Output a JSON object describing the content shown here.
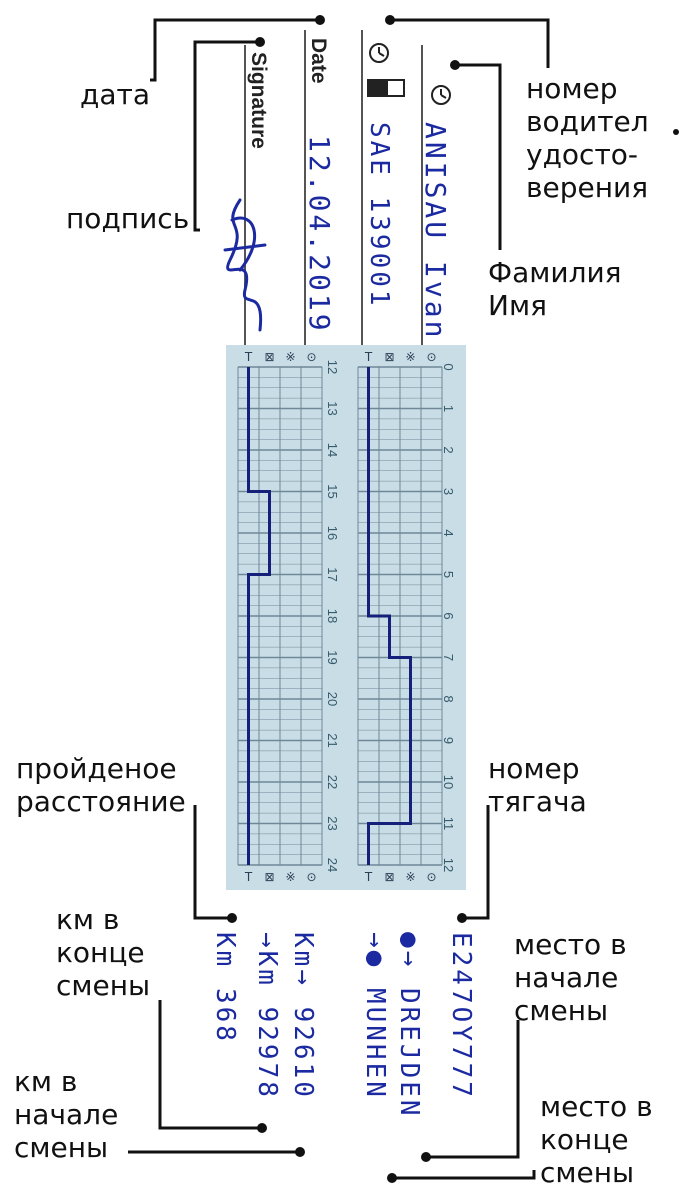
{
  "form": {
    "date_header": "Date",
    "signature_header": "Signature"
  },
  "entries": {
    "name": "ANISAU Ivan",
    "license": "SAE 139001",
    "date": "12.04.2019",
    "vehicle": "E247OY777",
    "place_start": "●→ DREJDEN",
    "place_end": "→● MUNHEN",
    "km_start": "Km→ 92610",
    "km_end": "→Km 92978",
    "distance": "Km 368"
  },
  "labels": {
    "date": "дата",
    "signature": "подпись",
    "license_number": [
      "номер",
      "водител",
      "удосто-",
      "верения"
    ],
    "name": [
      "Фамилия",
      "Имя"
    ],
    "distance": [
      "пройденое",
      "расстояние"
    ],
    "vehicle_number": [
      "номер",
      "тягача"
    ],
    "km_end": [
      "км в",
      "конце",
      "смены"
    ],
    "km_start": [
      "км в",
      "начале",
      "смены"
    ],
    "place_start": [
      "место в",
      "начале",
      "смены"
    ],
    "place_end": [
      "место в",
      "конце",
      "смены"
    ]
  },
  "chart_data": {
    "type": "activity-timeline",
    "symbols": [
      "T",
      "⊠",
      "※",
      "⊙"
    ],
    "left_panel": {
      "hours": [
        "12",
        "13",
        "14",
        "15",
        "16",
        "17",
        "18",
        "19",
        "20",
        "21",
        "22",
        "23",
        "24"
      ],
      "trace": [
        [
          12,
          1
        ],
        [
          15,
          1
        ],
        [
          15,
          2
        ],
        [
          17,
          2
        ],
        [
          17,
          1
        ],
        [
          24,
          1
        ]
      ]
    },
    "right_panel": {
      "hours": [
        "0",
        "1",
        "2",
        "3",
        "4",
        "5",
        "6",
        "7",
        "8",
        "9",
        "10",
        "11",
        "12"
      ],
      "trace": [
        [
          0,
          1
        ],
        [
          6,
          1
        ],
        [
          6,
          2
        ],
        [
          7,
          2
        ],
        [
          7,
          3
        ],
        [
          11,
          3
        ],
        [
          11,
          1
        ],
        [
          12,
          1
        ]
      ]
    },
    "colors": {
      "trace": "#14207a",
      "grid": "#6f8796",
      "paper": "#c9dde6"
    }
  }
}
